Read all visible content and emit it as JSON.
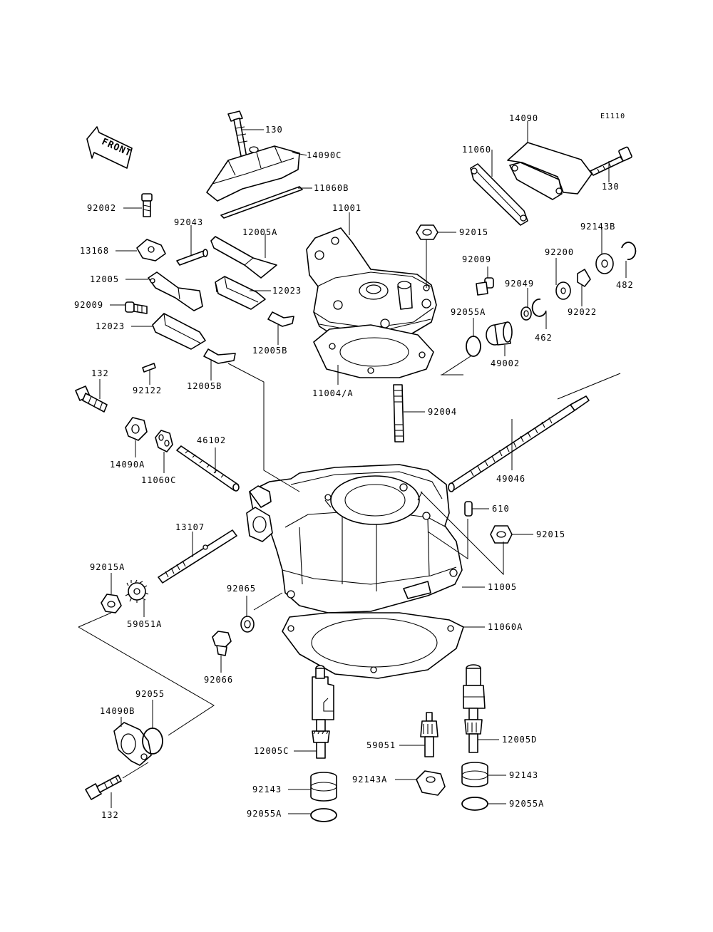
{
  "diagram": {
    "code": "E1110",
    "front_label": "FRONT",
    "part_labels": {
      "p130_top": "130",
      "p14090C": "14090C",
      "p11060B": "11060B",
      "p92002": "92002",
      "p92043": "92043",
      "p12005A": "12005A",
      "p13168": "13168",
      "p12005": "12005",
      "p12023_a": "12023",
      "p92009_l": "92009",
      "p12023_b": "12023",
      "p12005B_a": "12005B",
      "p92122": "92122",
      "p12005B_b": "12005B",
      "p11060": "11060",
      "p14090": "14090",
      "p130_r": "130",
      "p11001": "11001",
      "p92015_a": "92015",
      "p92143B": "92143B",
      "p92009_r": "92009",
      "p92200": "92200",
      "p482_a": "482",
      "p92049": "92049",
      "p92022": "92022",
      "p92055A_a": "92055A",
      "p462": "462",
      "p49002": "49002",
      "p11004A": "11004/A",
      "p132_a": "132",
      "p92004": "92004",
      "p14090A": "14090A",
      "p46102": "46102",
      "p11060C": "11060C",
      "p49046": "49046",
      "p610": "610",
      "p13107": "13107",
      "p92015_b": "92015",
      "p92015A": "92015A",
      "p11005": "11005",
      "p92065": "92065",
      "p59051A": "59051A",
      "p11060A": "11060A",
      "p92066": "92066",
      "p92055": "92055",
      "p14090B": "14090B",
      "p12005C": "12005C",
      "p59051": "59051",
      "p12005D": "12005D",
      "p92143_a": "92143",
      "p92143A": "92143A",
      "p92143_b": "92143",
      "p132_b": "132",
      "p92055A_b": "92055A",
      "p92055A_c": "92055A"
    }
  }
}
